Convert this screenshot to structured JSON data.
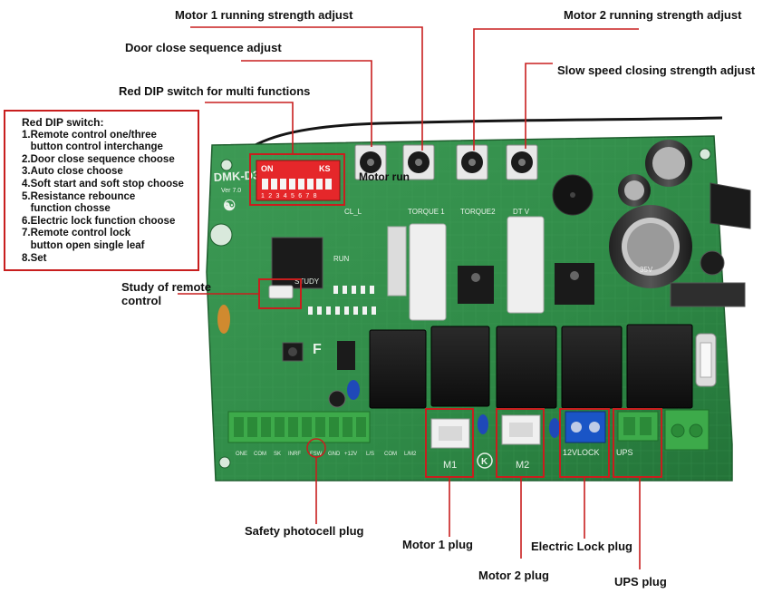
{
  "labels": {
    "motor1_strength": "Motor 1 running strength adjust",
    "motor2_strength": "Motor 2 running strength adjust",
    "door_sequence": "Door close sequence adjust",
    "slow_speed": "Slow speed closing strength adjust",
    "red_dip": "Red DIP switch for multi functions",
    "study_remote": "Study of remote\ncontrol",
    "safety_photocell": "Safety photocell plug",
    "motor1_plug": "Motor 1 plug",
    "motor2_plug": "Motor 2 plug",
    "electric_lock_plug": "Electric Lock plug",
    "ups_plug": "UPS plug"
  },
  "dip_legend": {
    "title": "Red DIP switch:",
    "items": [
      "1.Remote control one/three",
      "   button control interchange",
      "2.Door close sequence choose",
      "3.Auto close choose",
      "4.Soft start and soft stop choose",
      "5.Resistance rebounce",
      "   function chosse",
      "6.Electric lock function choose",
      "7.Remote control lock",
      "   button open single leaf",
      "8.Set"
    ]
  },
  "board_text": {
    "model": "DMK-D36L",
    "version": "Ver 7.0",
    "motor_run": "Motor run",
    "cl": "CL_L",
    "torque1": "TORQUE 1",
    "torque2": "TORQUE2",
    "dtv": "DT V",
    "study": "STUDY",
    "run": "RUN",
    "dip_on": "ON",
    "dip_ks": "KS",
    "dip_numbers": "1 2 3 4 5 6 7 8",
    "f": "F",
    "m1": "M1",
    "m2": "M2",
    "lock": "12VLOCK",
    "ups": "UPS",
    "terminals": [
      "ONE",
      "COM",
      "SK",
      "INRF",
      "FSW",
      "GND",
      "+12V",
      "L/S",
      "COM",
      "L/M2"
    ],
    "cap_label": "35V",
    "logo_k": "K"
  },
  "colors": {
    "board": "#2f8a47",
    "callout": "#c81e1e",
    "dip": "#e5272a",
    "relay": "#1a1a1a",
    "terminal_green": "#3daa4a",
    "terminal_blue": "#1a55c6"
  }
}
